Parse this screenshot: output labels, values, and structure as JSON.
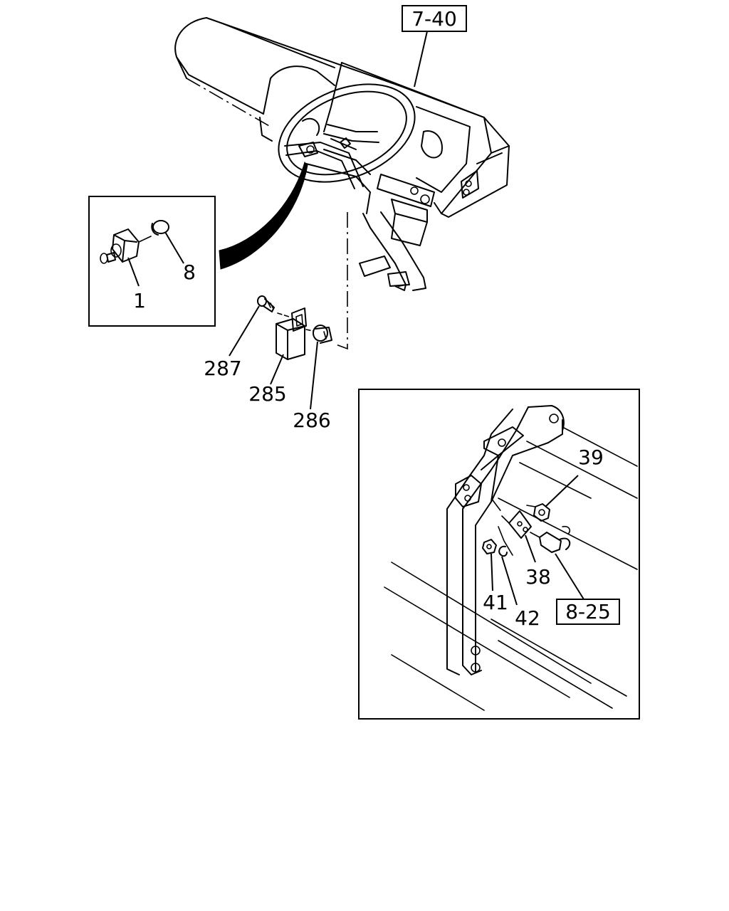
{
  "ref_labels": {
    "dashboard_ref": "7-40",
    "bracket_ref": "8-25"
  },
  "part_labels": {
    "p1": "1",
    "p8": "8",
    "p287": "287",
    "p285": "285",
    "p286": "286",
    "p39": "39",
    "p38": "38",
    "p41": "41",
    "p42": "42"
  }
}
